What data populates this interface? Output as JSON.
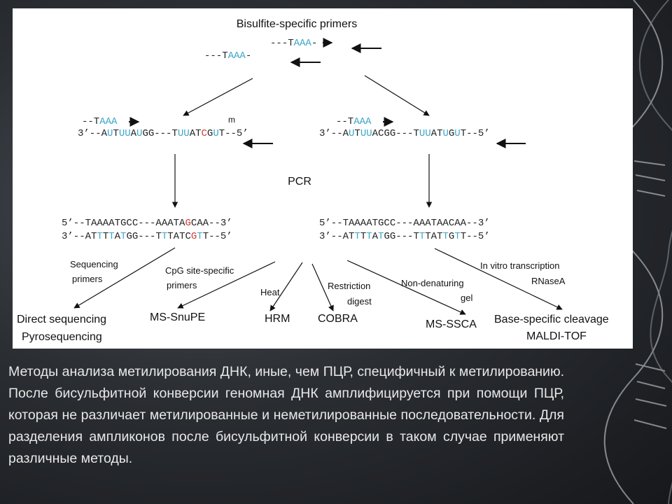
{
  "colors": {
    "background": "#24272b",
    "panel": "#ffffff",
    "text": "#111111",
    "bisulfite_base": "#3aa6c9",
    "methyl_c": "#d23a2e",
    "caption_text": "#e8e8e8"
  },
  "figure": {
    "title": "Bisulfite-specific primers",
    "primer_top_right": [
      "---T",
      "AAA",
      "-"
    ],
    "primer_top_left": [
      "---T",
      "AAA",
      "-"
    ],
    "left_branch": {
      "primer": [
        "--T",
        "AAA"
      ],
      "methyl_mark": "m",
      "strand": [
        "3’--A",
        "U",
        "T",
        "UU",
        "A",
        "U",
        "GG---T",
        "UU",
        "AT",
        "C",
        "G",
        "U",
        "T--5’"
      ]
    },
    "right_branch": {
      "primer": [
        "--T",
        "AAA"
      ],
      "strand": [
        "3’--A",
        "U",
        "T",
        "UU",
        "ACGG---T",
        "UU",
        "AT",
        "U",
        "G",
        "U",
        "T--5’"
      ]
    },
    "pcr_label": "PCR",
    "left_product": {
      "top": [
        "5’--TAAAATGCC---AAATA",
        "G",
        "CAA--3’"
      ],
      "bottom": [
        "3’--AT",
        "T",
        "T",
        "T",
        "A",
        "T",
        "GG---T",
        "T",
        "TATC",
        "G",
        "T",
        "T--5’"
      ]
    },
    "right_product": {
      "top": "5’--TAAAATGCC---AAATAACAA--3’",
      "bottom": [
        "3’--AT",
        "T",
        "T",
        "T",
        "A",
        "T",
        "GG---T",
        "T",
        "TAT",
        "T",
        "G",
        "T",
        "T--5’"
      ]
    },
    "method_labels": {
      "sequencing_primers": [
        "Sequencing",
        "primers"
      ],
      "cpg_primers": [
        "CpG site-specific",
        "primers"
      ],
      "heat": "Heat",
      "restriction_digest": [
        "Restriction",
        "digest"
      ],
      "non_denaturing_gel": [
        "Non-denaturing",
        "gel"
      ],
      "in_vitro": [
        "In vitro transcription",
        "RNaseA"
      ]
    },
    "outcomes": {
      "direct_sequencing": [
        "Direct sequencing",
        "Pyrosequencing"
      ],
      "ms_snupe": "MS-SnuPE",
      "hrm": "HRM",
      "cobra": "COBRA",
      "ms_ssca": "MS-SSCA",
      "base_specific": [
        "Base-specific cleavage",
        "MALDI-TOF"
      ]
    }
  },
  "caption": "Методы анализа метилирования ДНК, иные, чем ПЦР, специфичный к метилированию. После бисульфитной конверсии геномная ДНК амплифицируется при помощи ПЦР, которая не различает метилированные и неметилированные последовательности. Для разделения ампликонов после бисульфитной конверсии в таком случае применяют различные методы."
}
